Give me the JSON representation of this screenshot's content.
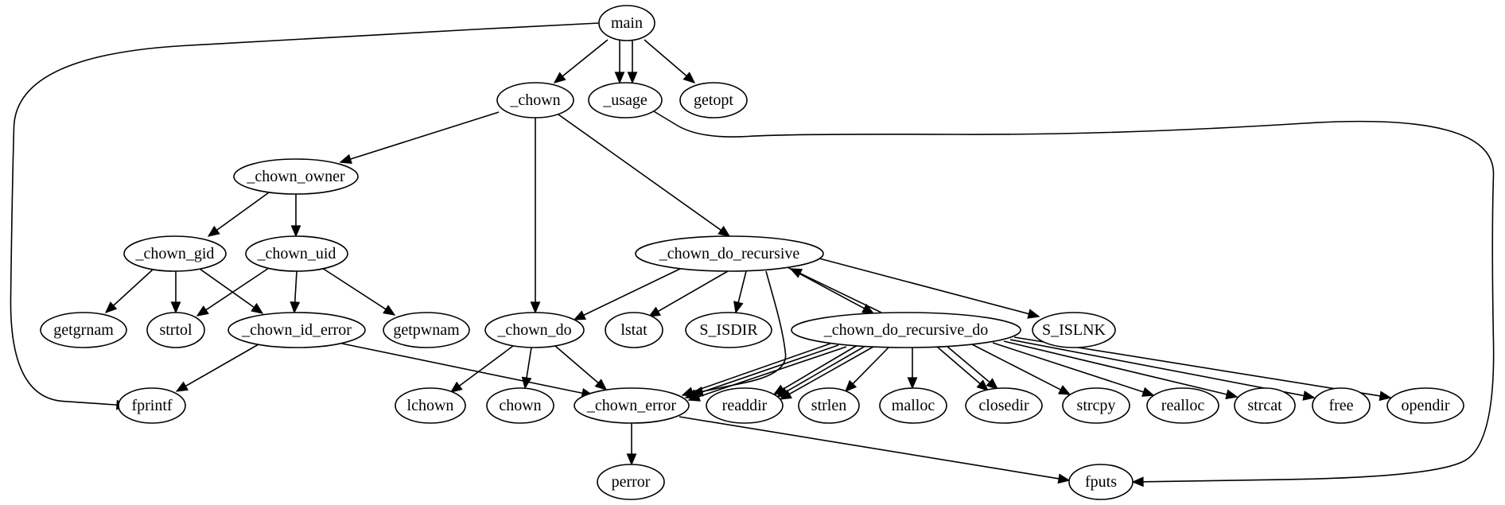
{
  "nodes": [
    {
      "id": "main",
      "label": "main"
    },
    {
      "id": "chown_",
      "label": "_chown"
    },
    {
      "id": "usage",
      "label": "_usage"
    },
    {
      "id": "getopt",
      "label": "getopt"
    },
    {
      "id": "chown_owner",
      "label": "_chown_owner"
    },
    {
      "id": "chown_gid",
      "label": "_chown_gid"
    },
    {
      "id": "chown_uid",
      "label": "_chown_uid"
    },
    {
      "id": "chown_do_recursive",
      "label": "_chown_do_recursive"
    },
    {
      "id": "getgrnam",
      "label": "getgrnam"
    },
    {
      "id": "strtol",
      "label": "strtol"
    },
    {
      "id": "chown_id_error",
      "label": "_chown_id_error"
    },
    {
      "id": "getpwnam",
      "label": "getpwnam"
    },
    {
      "id": "chown_do",
      "label": "_chown_do"
    },
    {
      "id": "lstat",
      "label": "lstat"
    },
    {
      "id": "S_ISDIR",
      "label": "S_ISDIR"
    },
    {
      "id": "chown_do_recursive_do",
      "label": "_chown_do_recursive_do"
    },
    {
      "id": "S_ISLNK",
      "label": "S_ISLNK"
    },
    {
      "id": "fprintf",
      "label": "fprintf"
    },
    {
      "id": "lchown",
      "label": "lchown"
    },
    {
      "id": "chown",
      "label": "chown"
    },
    {
      "id": "chown_error",
      "label": "_chown_error"
    },
    {
      "id": "readdir",
      "label": "readdir"
    },
    {
      "id": "strlen",
      "label": "strlen"
    },
    {
      "id": "malloc",
      "label": "malloc"
    },
    {
      "id": "closedir",
      "label": "closedir"
    },
    {
      "id": "strcpy",
      "label": "strcpy"
    },
    {
      "id": "realloc",
      "label": "realloc"
    },
    {
      "id": "strcat",
      "label": "strcat"
    },
    {
      "id": "free",
      "label": "free"
    },
    {
      "id": "opendir",
      "label": "opendir"
    },
    {
      "id": "perror",
      "label": "perror"
    },
    {
      "id": "fputs",
      "label": "fputs"
    }
  ],
  "edges": [
    [
      "main",
      "chown_"
    ],
    [
      "main",
      "usage"
    ],
    [
      "main",
      "usage"
    ],
    [
      "main",
      "getopt"
    ],
    [
      "main",
      "fprintf"
    ],
    [
      "chown_",
      "chown_owner"
    ],
    [
      "chown_",
      "chown_do"
    ],
    [
      "chown_",
      "chown_do_recursive"
    ],
    [
      "usage",
      "fputs"
    ],
    [
      "chown_owner",
      "chown_gid"
    ],
    [
      "chown_owner",
      "chown_uid"
    ],
    [
      "chown_gid",
      "getgrnam"
    ],
    [
      "chown_gid",
      "strtol"
    ],
    [
      "chown_gid",
      "chown_id_error"
    ],
    [
      "chown_uid",
      "strtol"
    ],
    [
      "chown_uid",
      "chown_id_error"
    ],
    [
      "chown_uid",
      "getpwnam"
    ],
    [
      "chown_id_error",
      "fprintf"
    ],
    [
      "chown_id_error",
      "chown_error"
    ],
    [
      "chown_do_recursive",
      "chown_do"
    ],
    [
      "chown_do_recursive",
      "lstat"
    ],
    [
      "chown_do_recursive",
      "S_ISDIR"
    ],
    [
      "chown_do_recursive",
      "chown_error"
    ],
    [
      "chown_do_recursive",
      "chown_do_recursive_do"
    ],
    [
      "chown_do_recursive",
      "S_ISLNK"
    ],
    [
      "chown_do_recursive_do",
      "chown_do_recursive"
    ],
    [
      "chown_do",
      "lchown"
    ],
    [
      "chown_do",
      "chown"
    ],
    [
      "chown_do",
      "chown_error"
    ],
    [
      "chown_do_recursive_do",
      "chown_error"
    ],
    [
      "chown_do_recursive_do",
      "chown_error"
    ],
    [
      "chown_do_recursive_do",
      "chown_error"
    ],
    [
      "chown_do_recursive_do",
      "readdir"
    ],
    [
      "chown_do_recursive_do",
      "readdir"
    ],
    [
      "chown_do_recursive_do",
      "readdir"
    ],
    [
      "chown_do_recursive_do",
      "strlen"
    ],
    [
      "chown_do_recursive_do",
      "malloc"
    ],
    [
      "chown_do_recursive_do",
      "closedir"
    ],
    [
      "chown_do_recursive_do",
      "closedir"
    ],
    [
      "chown_do_recursive_do",
      "strcpy"
    ],
    [
      "chown_do_recursive_do",
      "realloc"
    ],
    [
      "chown_do_recursive_do",
      "strcat"
    ],
    [
      "chown_do_recursive_do",
      "free"
    ],
    [
      "chown_do_recursive_do",
      "opendir"
    ],
    [
      "chown_error",
      "perror"
    ],
    [
      "chown_error",
      "fputs"
    ]
  ]
}
